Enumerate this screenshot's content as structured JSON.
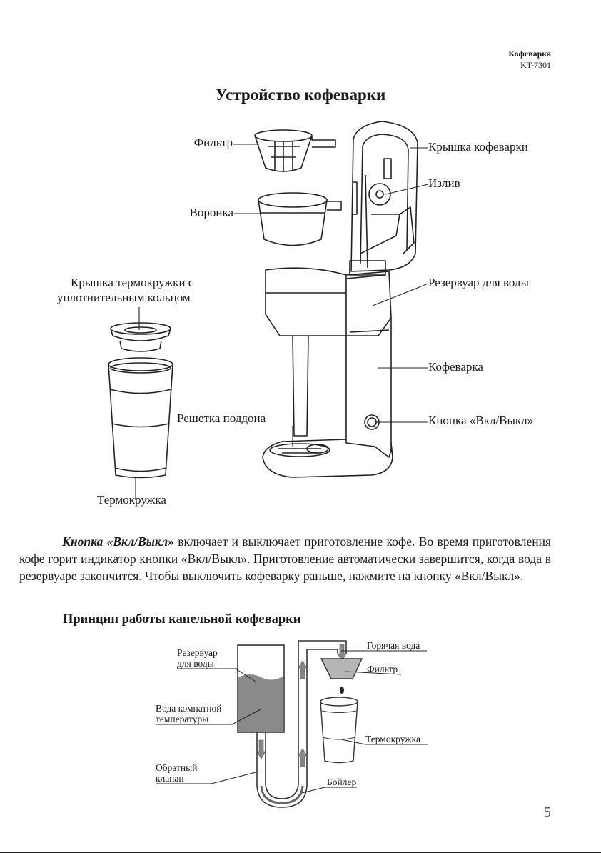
{
  "header": {
    "brand": "Кофеварка",
    "model": "KT-7301"
  },
  "title": "Устройство кофеварки",
  "labels": {
    "filter": "Фильтр",
    "funnel": "Воронка",
    "lid": "Крышка кофеварки",
    "spout": "Излив",
    "reservoir": "Резервуар для воды",
    "mug_lid_1": "Крышка термокружки с",
    "mug_lid_2": "уплотнительным кольцом",
    "maker": "Кофеварка",
    "grate": "Решетка поддона",
    "button": "Кнопка «Вкл/Выкл»",
    "mug": "Термокружка"
  },
  "paragraph": {
    "lead": "Кнопка «Вкл/Выкл»",
    "text": " включает и выключает приготовление кофе. Во время приготовления кофе горит индикатор кнопки «Вкл/Выкл». Приготовление автоматически завершится, когда вода в резервуаре закончится. Чтобы выключить кофеварку раньше, нажмите на кнопку «Вкл/Выкл»."
  },
  "subtitle": "Принцип работы капельной кофеварки",
  "scheme": {
    "reservoir_1": "Резервуар",
    "reservoir_2": "для воды",
    "room_water_1": "Вода комнатной",
    "room_water_2": "температуры",
    "valve_1": "Обратный",
    "valve_2": "клапан",
    "hot_water": "Горячая вода",
    "filter": "Фильтр",
    "mug": "Термокружка",
    "boiler": "Бойлер"
  },
  "page_number": "5"
}
